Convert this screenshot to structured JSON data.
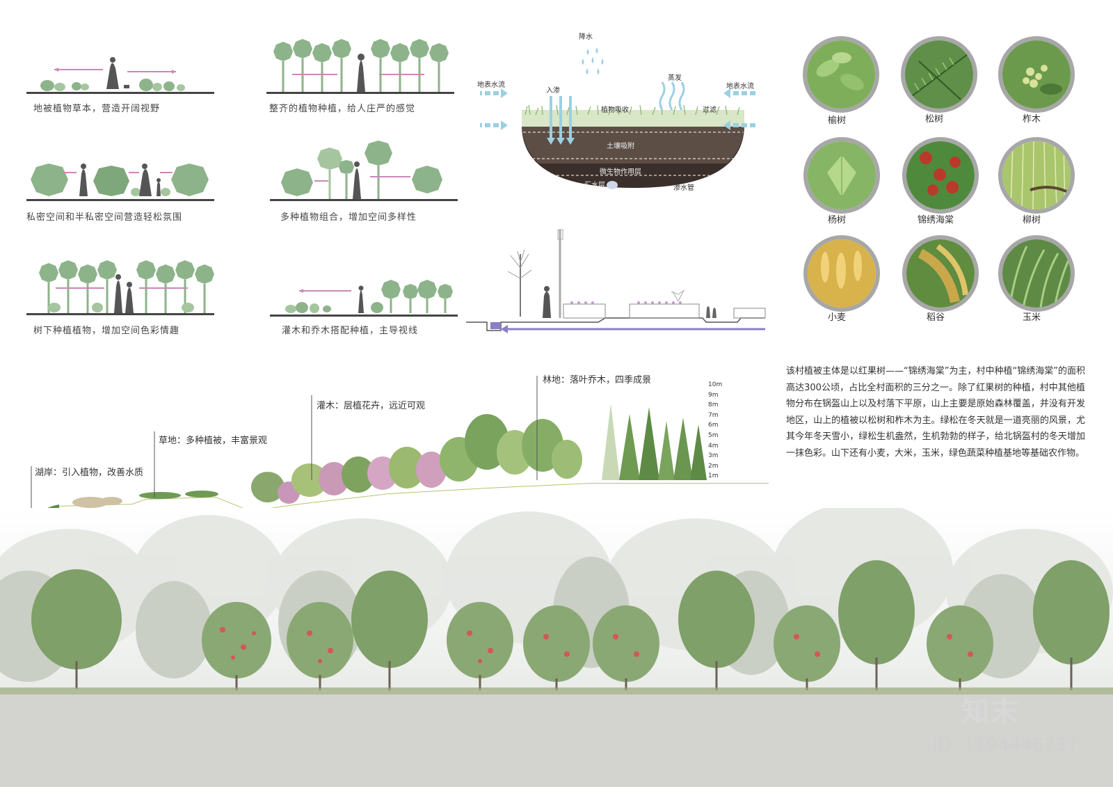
{
  "diagrams": {
    "d1": "地被植物草本，营造开阔视野",
    "d2": "整齐的植物种植，给人庄严的感觉",
    "d3": "私密空间和半私密空间营造轻松氛围",
    "d4": "多种植物组合，增加空间多样性",
    "d5": "树下种植植物，增加空间色彩情趣",
    "d6": "灌木和乔木搭配种植，主导视线"
  },
  "water_cycle": {
    "rain": "降水",
    "runoff_left": "地表水流",
    "runoff_right": "地表水流",
    "infiltrate": "入渗",
    "evap": "蒸发",
    "absorb": "植物吸收",
    "filter": "过滤",
    "soil": "土壤吸附",
    "micro": "微生物作用层",
    "collect": "汇水层",
    "pipe": "渗水管"
  },
  "plants": [
    {
      "name": "榆树",
      "color": "#7fae5a"
    },
    {
      "name": "松树",
      "color": "#5f8f48"
    },
    {
      "name": "柞木",
      "color": "#6b9a4d"
    },
    {
      "name": "杨树",
      "color": "#86b565"
    },
    {
      "name": "锦绣海棠",
      "color": "#b93a2a"
    },
    {
      "name": "柳树",
      "color": "#a9c66c"
    },
    {
      "name": "小麦",
      "color": "#d8b24a"
    },
    {
      "name": "稻谷",
      "color": "#c9a84c"
    },
    {
      "name": "玉米",
      "color": "#5f8a45"
    }
  ],
  "description": "该村植被主体是以红果树——“锦绣海棠”为主，村中种植“锦绣海棠”的面积高达300公顷，占比全村面积的三分之一。除了红果树的种植，村中其他植物分布在锅盔山上以及村落下平原，山上主要是原始森林覆盖，并没有开发地区，山上的植被以松树和柞木为主。绿松在冬天就是一道亮丽的风景，尤其今年冬天雪小，绿松生机盎然，生机勃勃的样子，给北锅盔村的冬天增加一抹色彩。山下还有小麦，大米，玉米，绿色蔬菜种植基地等基础农作物。",
  "section": {
    "lake": "湖岸：引入植物，改善水质",
    "grass": "草地：多种植被，丰富景观",
    "shrub": "灌木：层植花卉，远近可观",
    "forest": "林地：落叶乔木，四季成景",
    "scale": [
      "10m",
      "9m",
      "8m",
      "7m",
      "6m",
      "5m",
      "4m",
      "3m",
      "2m",
      "1m"
    ]
  },
  "watermark": {
    "logo": "知末",
    "id": "ID: 1194446737"
  }
}
